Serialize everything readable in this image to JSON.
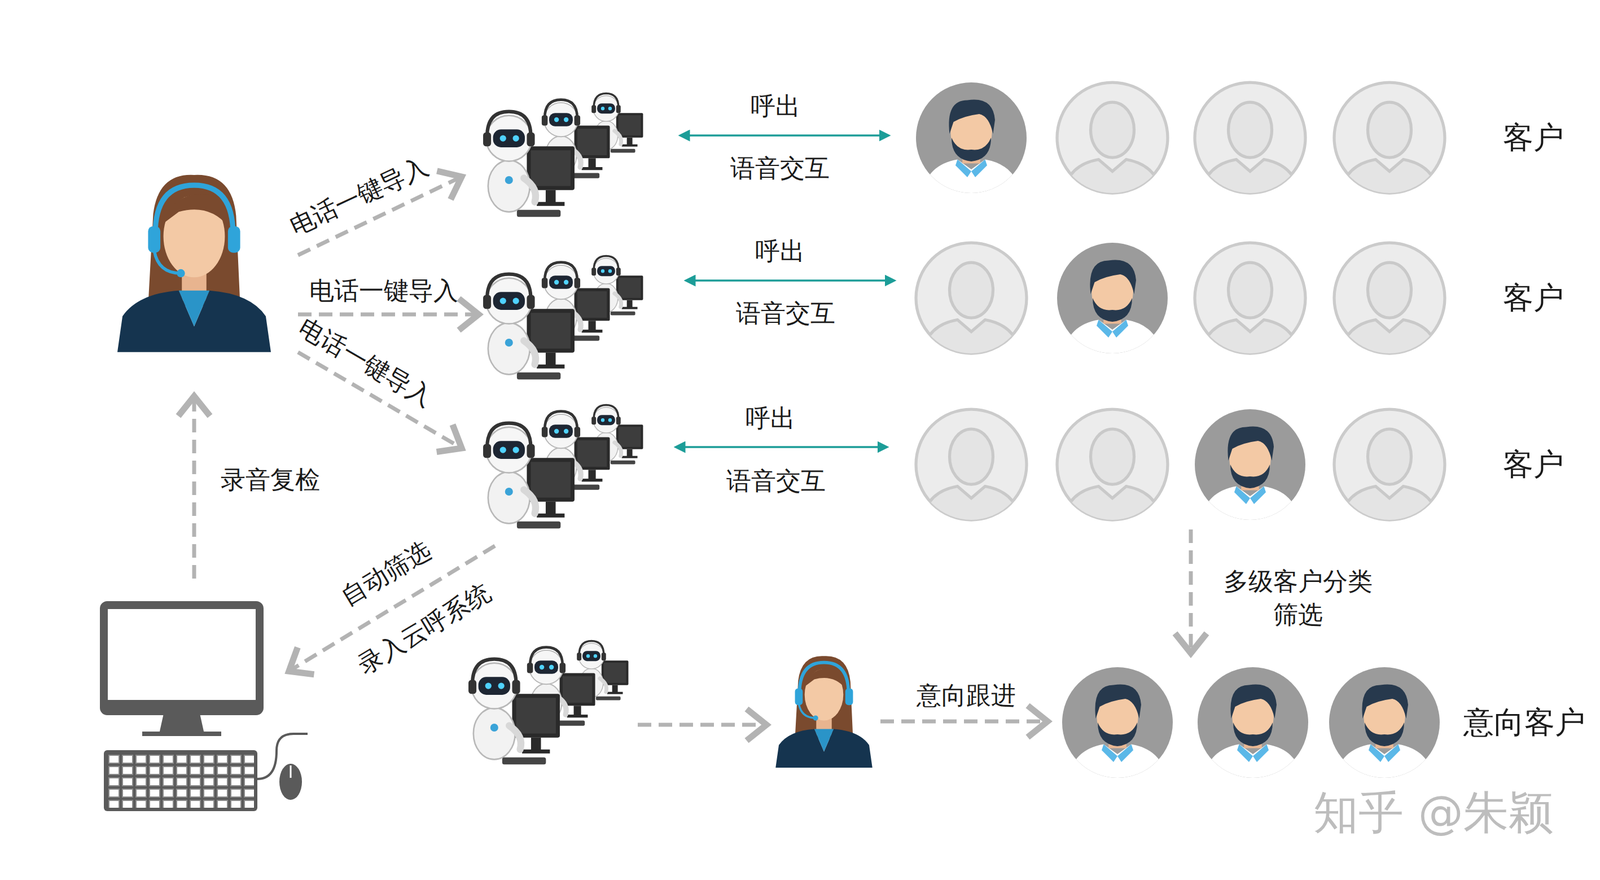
{
  "diagram": {
    "nodes": [
      {
        "text": [
          "客户"
        ]
      },
      {
        "text": [
          "客户"
        ]
      },
      {
        "text": [
          "客户"
        ]
      },
      {
        "text": [
          "意向客户"
        ]
      }
    ],
    "edges": [
      {
        "from": 2,
        "to": 3,
        "arrow": "to",
        "label": "多级客户分类 筛选"
      }
    ],
    "labels": [
      "电话一键导入",
      "电话一键导入",
      "电话一键导入",
      "呼出",
      "语音交互",
      "呼出",
      "语音交互",
      "呼出",
      "语音交互",
      "录音复检",
      "自动筛选",
      "录入云呼系统",
      "意向跟进",
      "知乎 @朱颖"
    ]
  }
}
